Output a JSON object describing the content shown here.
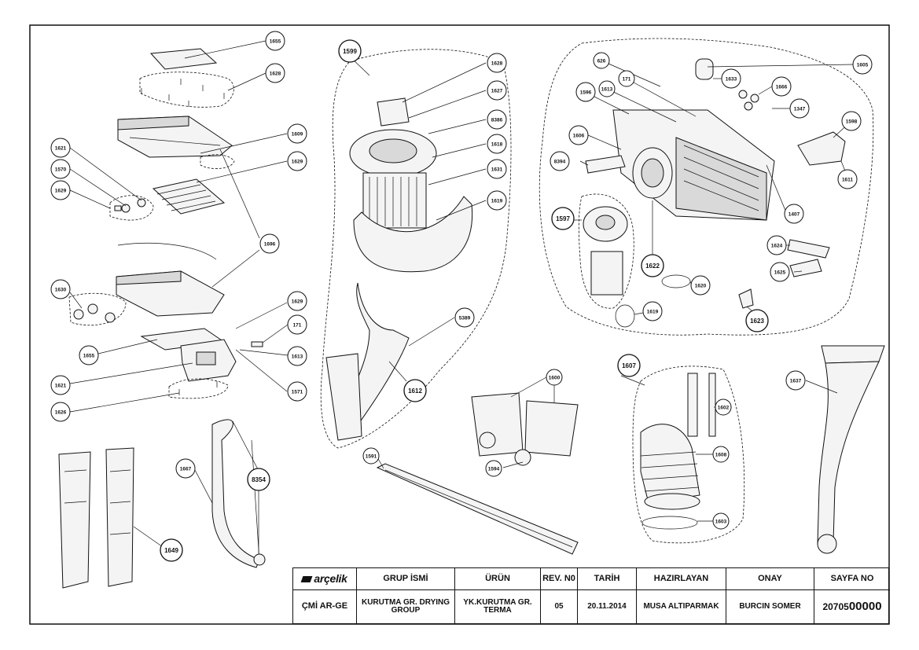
{
  "callouts": {
    "c1655a": "1655",
    "c1628a": "1628",
    "c1609": "1609",
    "c1621a": "1621",
    "c1570": "1570",
    "c1629a": "1629",
    "c1629b": "1629",
    "c1696": "1696",
    "c1630": "1630",
    "c1629c": "1629",
    "c171a": "171",
    "c1655b": "1655",
    "c1613a": "1613",
    "c1621b": "1621",
    "c1571": "1571",
    "c1626": "1626",
    "c1599": "1599",
    "c1628b": "1628",
    "c1627": "1627",
    "c8386": "8386",
    "c1618": "1618",
    "c1631": "1631",
    "c1619a": "1619",
    "c5389": "5389",
    "c1612": "1612",
    "c1605": "1605",
    "c626": "626",
    "c171b": "171",
    "c1633": "1633",
    "c1666": "1666",
    "c1613b": "1613",
    "c1347": "1347",
    "c1596": "1596",
    "c1598": "1598",
    "c1606": "1606",
    "c8394": "8394",
    "c1611": "1611",
    "c1597": "1597",
    "c1407": "1407",
    "c1624": "1624",
    "c1622": "1622",
    "c1625": "1625",
    "c1620": "1620",
    "c1619b": "1619",
    "c1623": "1623",
    "c1607": "1607",
    "c1637": "1637",
    "c1600": "1600",
    "c1594": "1594",
    "c1591": "1591",
    "c1667": "1667",
    "c8354": "8354",
    "c1649": "1649",
    "c1602": "1602",
    "c1608": "1608",
    "c1603": "1603"
  },
  "title_block": {
    "logo": "arçelik",
    "col_group": "GRUP İSMİ",
    "col_product": "ÜRÜN",
    "col_rev": "REV. N0",
    "col_date": "TARİH",
    "col_prepared": "HAZIRLAYAN",
    "col_approval": "ONAY",
    "col_page": "SAYFA NO",
    "dept": "ÇMİ AR-GE",
    "group": "KURUTMA GR. DRYING GROUP",
    "product": "YK.KURUTMA GR. TERMA",
    "rev": "05",
    "date": "20.11.2014",
    "prepared": "MUSA ALTIPARMAK",
    "approval": "BURCIN SOMER",
    "page_prefix": "20705",
    "page_suffix": "00000"
  }
}
